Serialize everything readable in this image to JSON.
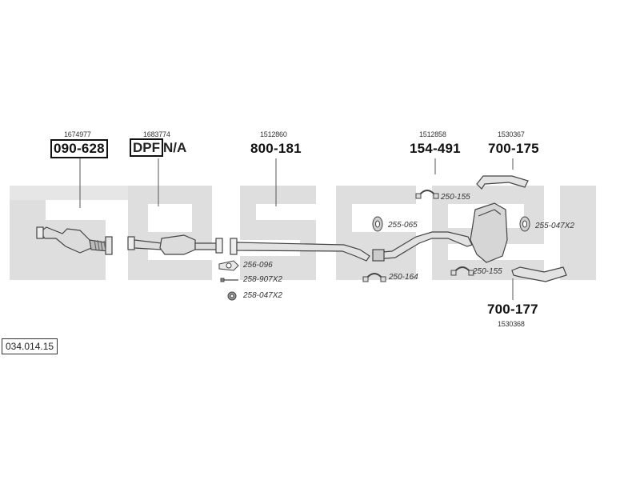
{
  "catalog_number": "034.014.15",
  "parts": [
    {
      "ref": "1674977",
      "part": "090-628",
      "boxed": true
    },
    {
      "ref": "1683774",
      "part_box": "DPF",
      "part_rest": "N/A"
    },
    {
      "ref": "1512860",
      "part": "800-181"
    },
    {
      "ref": "1512858",
      "part": "154-491"
    },
    {
      "ref": "1530367",
      "part": "700-175"
    },
    {
      "ref": "1530368",
      "part": "700-177"
    }
  ],
  "small_parts": [
    "250-155",
    "255-065",
    "255-047X2",
    "250-164",
    "250-155",
    "256-096",
    "258-907X2",
    "258-047X2"
  ],
  "colors": {
    "watermark": "#dcdcdc",
    "line": "#444444",
    "part_fill": "#d8d8d8"
  }
}
